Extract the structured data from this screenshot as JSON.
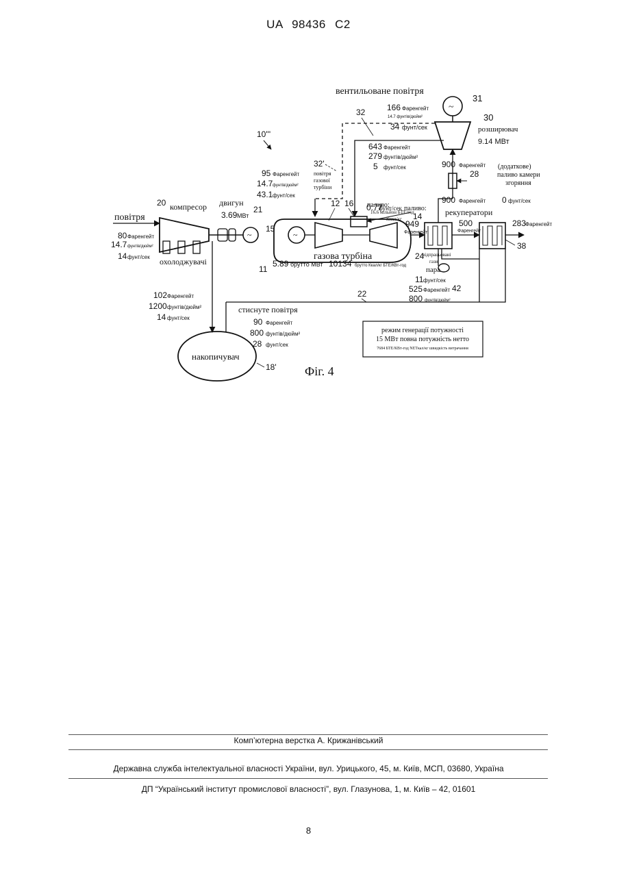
{
  "header": {
    "patent_number": "UA 98436 C2"
  },
  "figure": {
    "caption": "Фіг. 4",
    "ref_10": "10'''",
    "top_label": "вентильоване повітря",
    "ref_31": "31",
    "ref_30": "30",
    "ref_32": "32",
    "ref_32p": "32'",
    "expander_label": "розширювач",
    "expander_power": "9.14 МВт",
    "exhaust_temp_val": "166",
    "exhaust_temp_unit": "Фаренгейт",
    "exhaust_press": "14.7 фунтів/дюйм²",
    "exhaust_flow_val": "34",
    "exhaust_flow_unit": "фунт/сек",
    "vent_temp_val": "643",
    "vent_temp_unit": "Фаренгейт",
    "vent_press_val": "279",
    "vent_press_unit": "фунтів/дюйм²",
    "vent_flow_val": "5",
    "vent_flow_unit": "фунт/сек",
    "gt_air_label_1": "повітря",
    "gt_air_label_2": "газової",
    "gt_air_label_3": "турбіни",
    "gt_air_temp_val": "95",
    "gt_air_temp_unit": "Фаренгейт",
    "gt_air_press_val": "14.7",
    "gt_air_press_unit": "фунтів/дюйм²",
    "gt_air_flow_val": "43.1",
    "gt_air_flow_unit": "фунт/сек",
    "comb_temp_val": "900",
    "comb_temp_unit": "Фаренгейт",
    "ref_28": "28",
    "extra_fuel_1": "(додаткове)",
    "extra_fuel_2": "паливо камери",
    "extra_fuel_3": "згоряння",
    "fuel_label_1": "паливо:",
    "fuel_energy_1": "16.6 мільйон БТЕ/год",
    "fuel_energy_2": "Ккал/кг",
    "fuel_flow_val": "0.77",
    "fuel_flow_unit": "фунт/сек",
    "fuel_label_2": "паливо:",
    "recup_temp_val": "900",
    "recup_temp_unit": "Фаренгейт",
    "recup_flow_val": "0",
    "recup_flow_unit": "фунт/сек",
    "recuperators_label": "рекуператори",
    "ref_20": "20",
    "compressor_label": "компресор",
    "motor_label": "двигун",
    "ref_21": "21",
    "motor_power_val": "3.69",
    "motor_power_unit": "МВт",
    "ref_12": "12",
    "ref_16": "16",
    "ref_14": "14",
    "ref_15": "15",
    "gas_turbine_label": "газова турбіна",
    "air_in_label": "повітря",
    "air_in_temp_val": "80",
    "air_in_temp_unit": "Фаренгейт",
    "air_in_press_val": "14.7",
    "air_in_press_unit": "фунтів/дюйм²",
    "air_in_flow_val": "14",
    "air_in_flow_unit": "фунт/сек",
    "coolers_label": "охолоджувачі",
    "gt_exh_temp_val": "949",
    "gt_exh_temp_unit": "Фаренгейт",
    "exhaust_gas_1": "відпрацьовані",
    "exhaust_gas_2": "гази",
    "mid_temp_val": "500",
    "mid_temp_unit": "Фаренгейт",
    "out_temp_val": "283",
    "out_temp_unit": "Фаренгейт",
    "ref_38": "38",
    "ref_24": "24",
    "ref_11": "11",
    "gross_power_val": "5.89",
    "gross_power_unit": "брутто МВт",
    "heat_rate_val": "10134",
    "heat_rate_unit": "брутто Ккал/кг БТЕ/КВт-год",
    "steam_label": "пара",
    "steam_flow_val": "11",
    "steam_flow_unit": "фунт/сек",
    "steam_temp_val": "525",
    "steam_temp_unit": "Фаренгейт",
    "steam_press_val": "800",
    "steam_press_unit": "фунтів/дюйм²",
    "ref_42": "42",
    "ref_22": "22",
    "comp_out_temp_val": "102",
    "comp_out_temp_unit": "Фаренгейт",
    "comp_out_press_val": "1200",
    "comp_out_press_unit": "фунтів/дюйм²",
    "comp_out_flow_val": "14",
    "comp_out_flow_unit": "фунт/сек",
    "compressed_air_label": "стиснуте повітря",
    "stor_temp_val": "90",
    "stor_temp_unit": "Фаренгейт",
    "stor_press_val": "800",
    "stor_press_unit": "фунтів/дюйм²",
    "stor_flow_val": "28",
    "stor_flow_unit": "фунт/сек",
    "storage_label": "накопичувач",
    "ref_18": "18'",
    "mode_line_1": "режим генерації потужності",
    "mode_line_2": "15 МВт повна потужність нетто",
    "mode_line_3": "7684 БТЕ/КВт-год NETкал/кг швидкість витрачання"
  },
  "footer": {
    "line_1": "Комп’ютерна верстка А. Крижанівський",
    "line_2": "Державна служба інтелектуальної власності України, вул. Урицького, 45, м. Київ, МСП, 03680, Україна",
    "line_3": "ДП “Український інститут промислової власності”, вул. Глазунова, 1, м. Київ – 42, 01601"
  },
  "page_number": "8"
}
